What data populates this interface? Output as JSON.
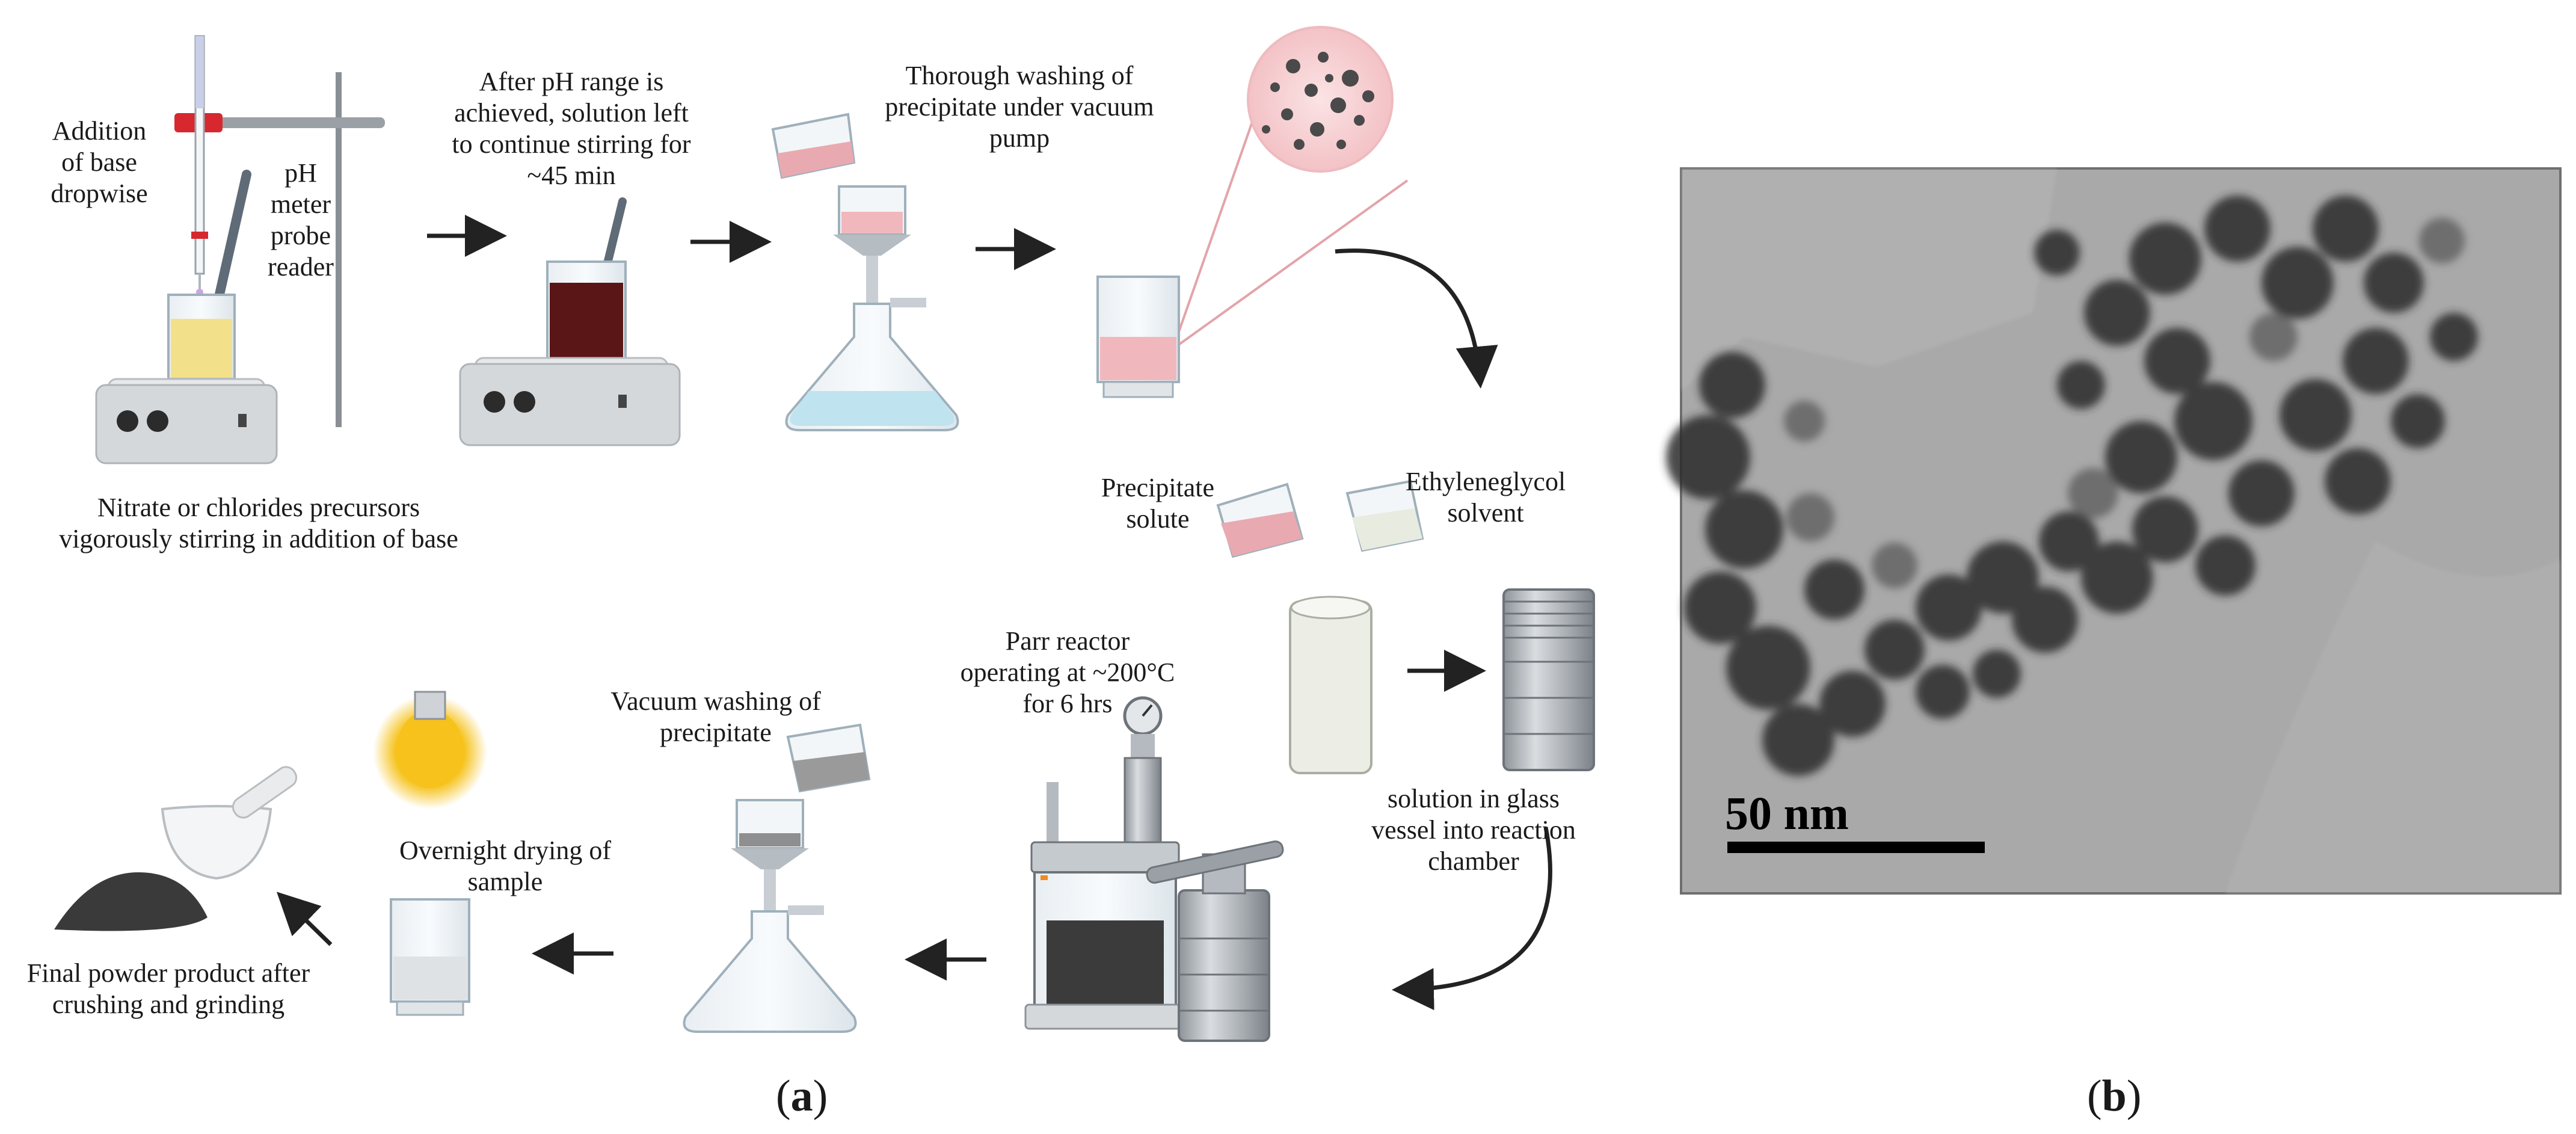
{
  "panel_a": {
    "label": "a",
    "steps": {
      "base_addition": [
        "Addition",
        "of base",
        "dropwise"
      ],
      "ph_probe": [
        "pH",
        "meter",
        "probe",
        "reader"
      ],
      "precursors": [
        "Nitrate or chlorides precursors",
        "vigorously stirring in addition of base"
      ],
      "stirring": [
        "After pH range is",
        "achieved, solution left",
        "to continue stirring for",
        "~45 min"
      ],
      "washing": [
        "Thorough washing of",
        "precipitate under vacuum",
        "pump"
      ],
      "precipitate_solute": [
        "Precipitate",
        "solute"
      ],
      "ethyleneglycol": [
        "Ethyleneglycol",
        "solvent"
      ],
      "glass_vessel": [
        "solution in glass",
        "vessel into reaction",
        "chamber"
      ],
      "parr_reactor": [
        "Parr reactor",
        "operating at ~200°C",
        "for 6 hrs"
      ],
      "vacuum_washing": [
        "Vacuum washing of",
        "precipitate"
      ],
      "drying": [
        "Overnight drying of",
        "sample"
      ],
      "final_powder": [
        "Final powder product after",
        "crushing and grinding"
      ]
    }
  },
  "panel_b": {
    "label": "b",
    "scale_bar": "50 nm"
  },
  "colors": {
    "arrow": "#222222",
    "tem_background": "#a9a9a9",
    "particle": "#2f2f2f",
    "solution_yellow": "#f3e08a",
    "solution_dark": "#5a1616",
    "solution_pink": "#f0b8bd",
    "solution_blue": "#bfe3ef",
    "zoom_circle": "#f6cdd0",
    "bulb": "#f6c21b",
    "clamp_red": "#d7282f"
  }
}
